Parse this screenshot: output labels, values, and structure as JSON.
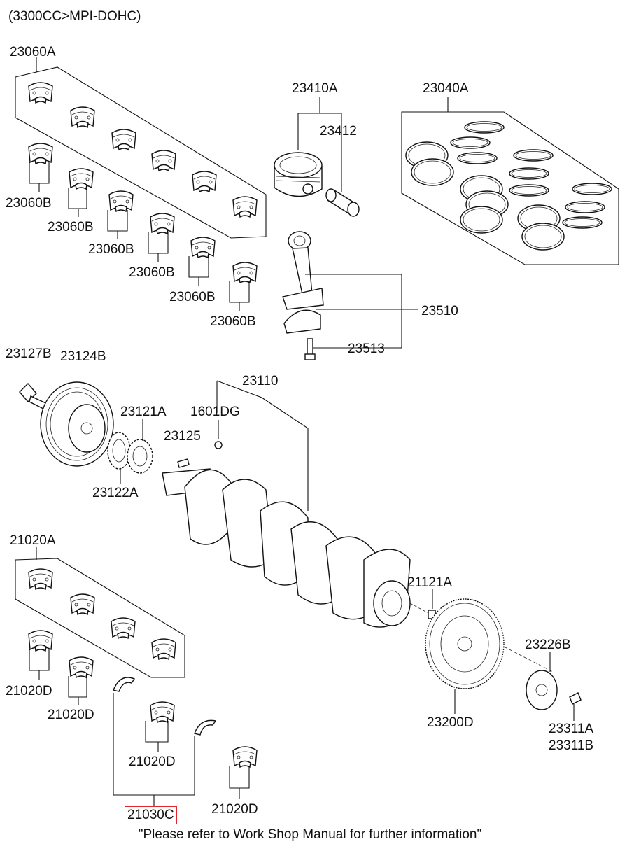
{
  "header": {
    "engine": "(3300CC>MPI-DOHC)"
  },
  "labels": {
    "l23060A": "23060A",
    "l23060B": "23060B",
    "l23410A": "23410A",
    "l23412": "23412",
    "l23040A": "23040A",
    "l23510": "23510",
    "l23513": "23513",
    "l23127B": "23127B",
    "l23124B": "23124B",
    "l23110": "23110",
    "l1601DG": "1601DG",
    "l23121A": "23121A",
    "l23125": "23125",
    "l23122A": "23122A",
    "l21020A": "21020A",
    "l21020D": "21020D",
    "l21121A": "21121A",
    "l23226B": "23226B",
    "l23200D": "23200D",
    "l23311A": "23311A",
    "l23311B": "23311B",
    "l21030C": "21030C"
  },
  "footer": {
    "note": "\"Please refer to Work Shop Manual for further information\""
  },
  "colors": {
    "highlight": "#e3262b",
    "line": "#111111"
  }
}
